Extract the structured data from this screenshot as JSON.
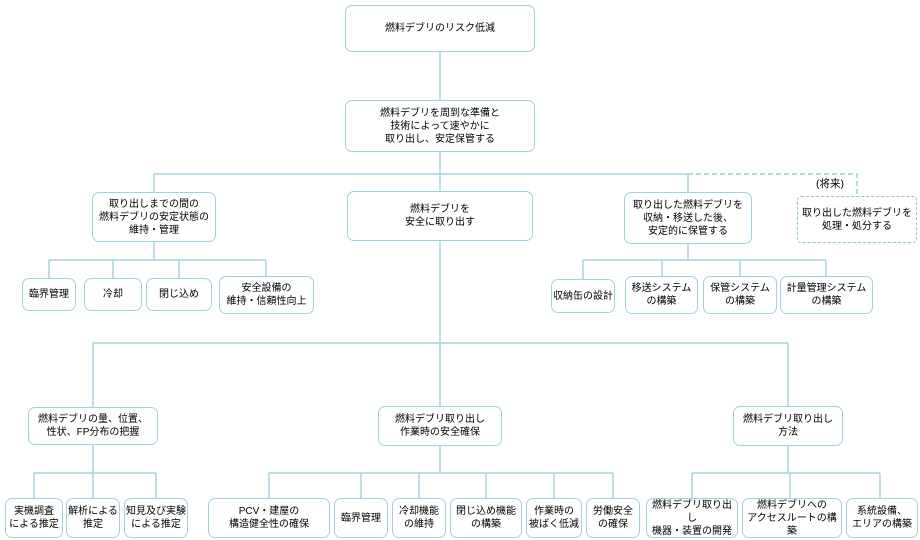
{
  "diagram": {
    "future_label": "(将来)",
    "colors": {
      "line": "#a7d4dc",
      "box_border": "#a2d2e0",
      "dashed_border": "#8cc4d8",
      "text": "#000000",
      "background": "#ffffff"
    },
    "nodes": {
      "root": {
        "label": "燃料デブリのリスク低減"
      },
      "policy": {
        "label": "燃料デブリを周到な準備と\n技術によって速やかに\n取り出し、安定保管する"
      },
      "maintain": {
        "label": "取り出しまでの間の\n燃料デブリの安定状態の\n維持・管理"
      },
      "retrieve": {
        "label": "燃料デブリを\n安全に取り出す"
      },
      "store": {
        "label": "取り出した燃料デブリを\n収納・移送した後、\n安定的に保管する"
      },
      "future": {
        "label": "取り出した燃料デブリを\n処理・処分する"
      },
      "crit1": {
        "label": "臨界管理"
      },
      "cool1": {
        "label": "冷却"
      },
      "confine1": {
        "label": "閉じ込め"
      },
      "safety": {
        "label": "安全設備の\n維持・信頼性向上"
      },
      "can": {
        "label": "収納缶の設計"
      },
      "transfer": {
        "label": "移送システム\nの構築"
      },
      "storage": {
        "label": "保管システム\nの構築"
      },
      "accounting": {
        "label": "計量管理システム\nの構築"
      },
      "grasp": {
        "label": "燃料デブリの量、位置、\n性状、FP分布の把握"
      },
      "safework": {
        "label": "燃料デブリ取り出し\n作業時の安全確保"
      },
      "method": {
        "label": "燃料デブリ取り出し\n方法"
      },
      "est_field": {
        "label": "実機調査\nによる推定"
      },
      "est_analysis": {
        "label": "解析による\n推定"
      },
      "est_knowledge": {
        "label": "知見及び実験\nによる推定"
      },
      "pcv": {
        "label": "PCV・建屋の\n構造健全性の確保"
      },
      "crit2": {
        "label": "臨界管理"
      },
      "cool2": {
        "label": "冷却機能\nの維持"
      },
      "confine2": {
        "label": "閉じ込め機能\nの構築"
      },
      "exposure": {
        "label": "作業時の\n被ばく低減"
      },
      "labor": {
        "label": "労働安全\nの確保"
      },
      "equipment": {
        "label": "燃料デブリ取り出し\n機器・装置の開発"
      },
      "access": {
        "label": "燃料デブリへの\nアクセスルートの構築"
      },
      "system": {
        "label": "系統設備、\nエリアの構築"
      }
    }
  }
}
